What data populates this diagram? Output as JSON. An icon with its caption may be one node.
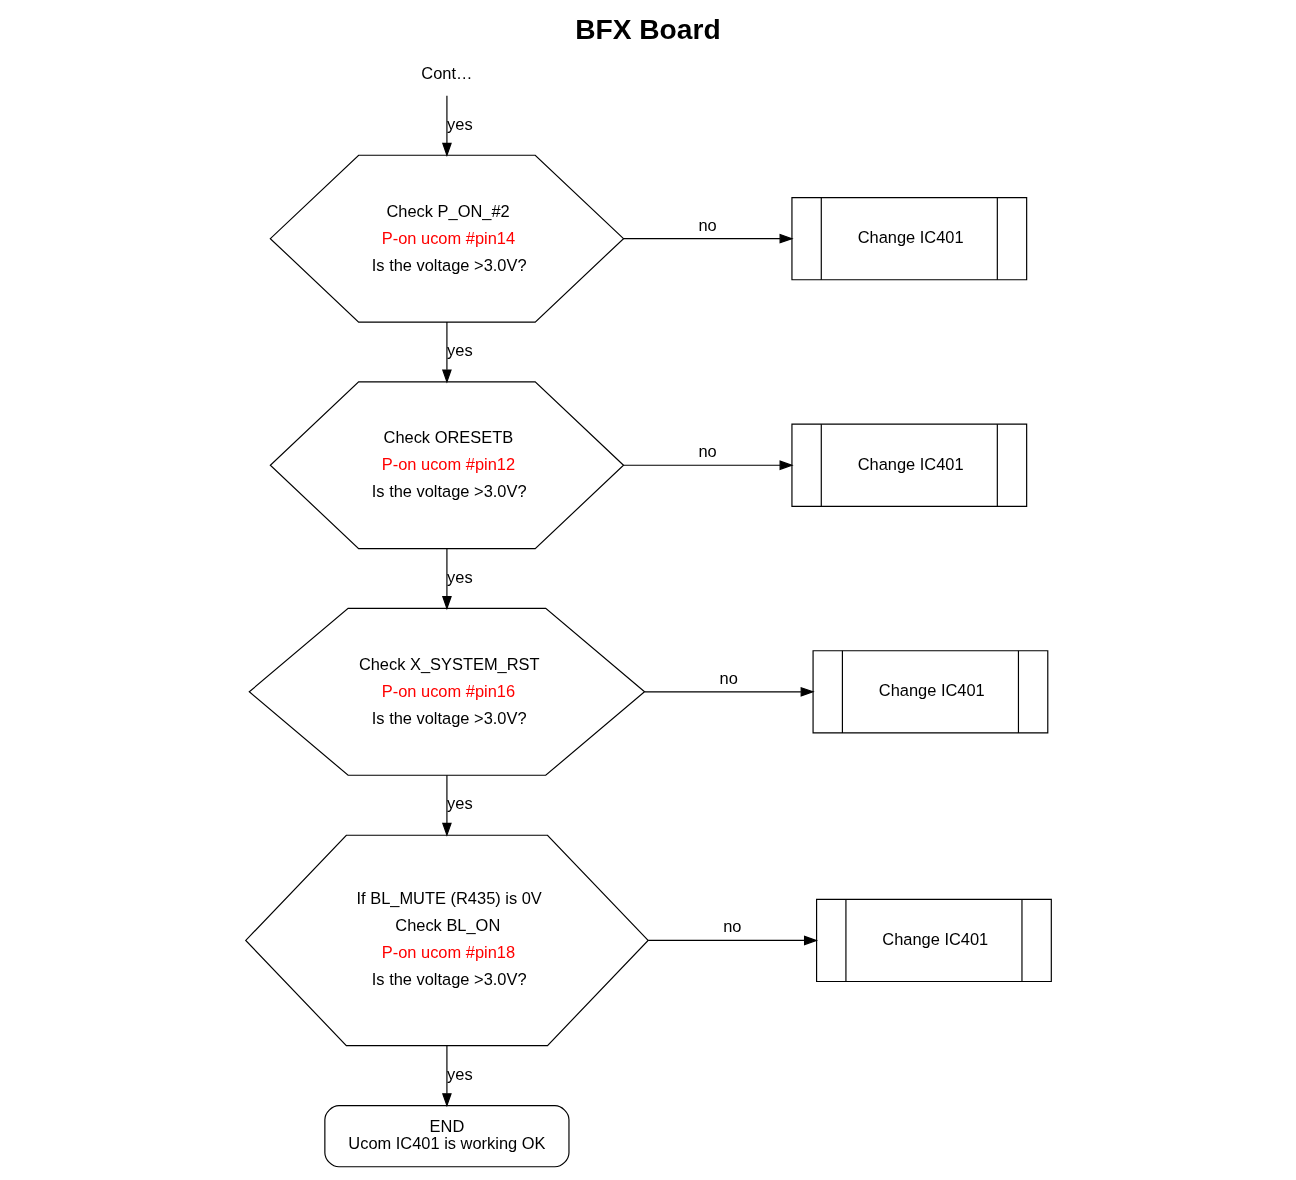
{
  "diagram": {
    "title": "BFX Board",
    "nodes": [
      {
        "text": [
          "Cont…"
        ]
      },
      {
        "text": [
          "Check P_ON_#2",
          "P-on ucom #pin14",
          "Is the voltage >3.0V?"
        ]
      },
      {
        "text": [
          "Change IC401"
        ]
      },
      {
        "text": [
          "Check ORESETB",
          "P-on ucom #pin12",
          "Is the voltage >3.0V?"
        ]
      },
      {
        "text": [
          "Change IC401"
        ]
      },
      {
        "text": [
          "Check X_SYSTEM_RST",
          "P-on ucom #pin16",
          "Is the voltage >3.0V?"
        ]
      },
      {
        "text": [
          "Change IC401"
        ]
      },
      {
        "text": [
          "If BL_MUTE (R435) is 0V",
          "Check BL_ON",
          "P-on ucom #pin18",
          "Is the voltage >3.0V?"
        ]
      },
      {
        "text": [
          "Change IC401"
        ]
      },
      {
        "text": [
          "END",
          "Ucom IC401 is working OK"
        ]
      }
    ],
    "edges": [
      {
        "from": 0,
        "to": 1,
        "arrow": "to",
        "label": "yes"
      },
      {
        "from": 1,
        "to": 2,
        "arrow": "to",
        "label": "no"
      },
      {
        "from": 1,
        "to": 3,
        "arrow": "to",
        "label": "yes"
      },
      {
        "from": 3,
        "to": 4,
        "arrow": "to",
        "label": "no"
      },
      {
        "from": 3,
        "to": 5,
        "arrow": "to",
        "label": "yes"
      },
      {
        "from": 5,
        "to": 6,
        "arrow": "to",
        "label": "no"
      },
      {
        "from": 5,
        "to": 7,
        "arrow": "to",
        "label": "yes"
      },
      {
        "from": 7,
        "to": 8,
        "arrow": "to",
        "label": "no"
      },
      {
        "from": 7,
        "to": 9,
        "arrow": "to",
        "label": "yes"
      }
    ]
  }
}
